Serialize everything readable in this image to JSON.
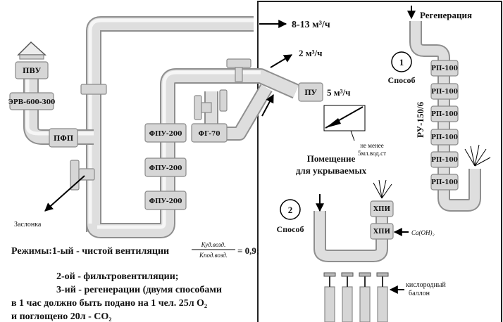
{
  "flows": {
    "top": "8-13 м³/ч",
    "mid": "2 м³/ч",
    "pu": "5 м³/ч"
  },
  "units": {
    "pvu": "ПВУ",
    "erv": "ЭРВ-600-300",
    "pfp": "ПФП",
    "fpu1": "ФПУ-200",
    "fpu2": "ФПУ-200",
    "fpu3": "ФПУ-200",
    "fg": "ФГ-70",
    "pu": "ПУ",
    "rp": [
      "РП-100",
      "РП-100",
      "РП-100",
      "РП-100",
      "РП-100",
      "РП-100"
    ],
    "hpi1": "ХПИ",
    "hpi2": "ХПИ"
  },
  "labels": {
    "zaslonka": "Заслонка",
    "regen": "Регенерация",
    "ru": "РУ-150/6",
    "method1_num": "1",
    "method1": "Способ",
    "method2_num": "2",
    "method2": "Способ",
    "room_line1": "Помещение",
    "room_line2": "для укрываемых",
    "pressure_line1": "не менее",
    "pressure_line2": "5мл.вод.ст",
    "caoh": "Ca(OH)₂",
    "balloon_line1": "кислородный",
    "balloon_line2": "баллон"
  },
  "text": {
    "modes_prefix": "Режимы:1-ый - чистой вентиляции",
    "frac_num": "Куд.возд.",
    "frac_den": "Кпод.возд.",
    "frac_val": "= 0,9;",
    "mode2": "2-ой - фильтровентиляции;",
    "mode3": "3-ий - регенерации (двумя способами",
    "line4": "в 1 час должно быть подано на 1 чел. 25л O₂",
    "line5": "и поглощено  20л - CO₂"
  }
}
